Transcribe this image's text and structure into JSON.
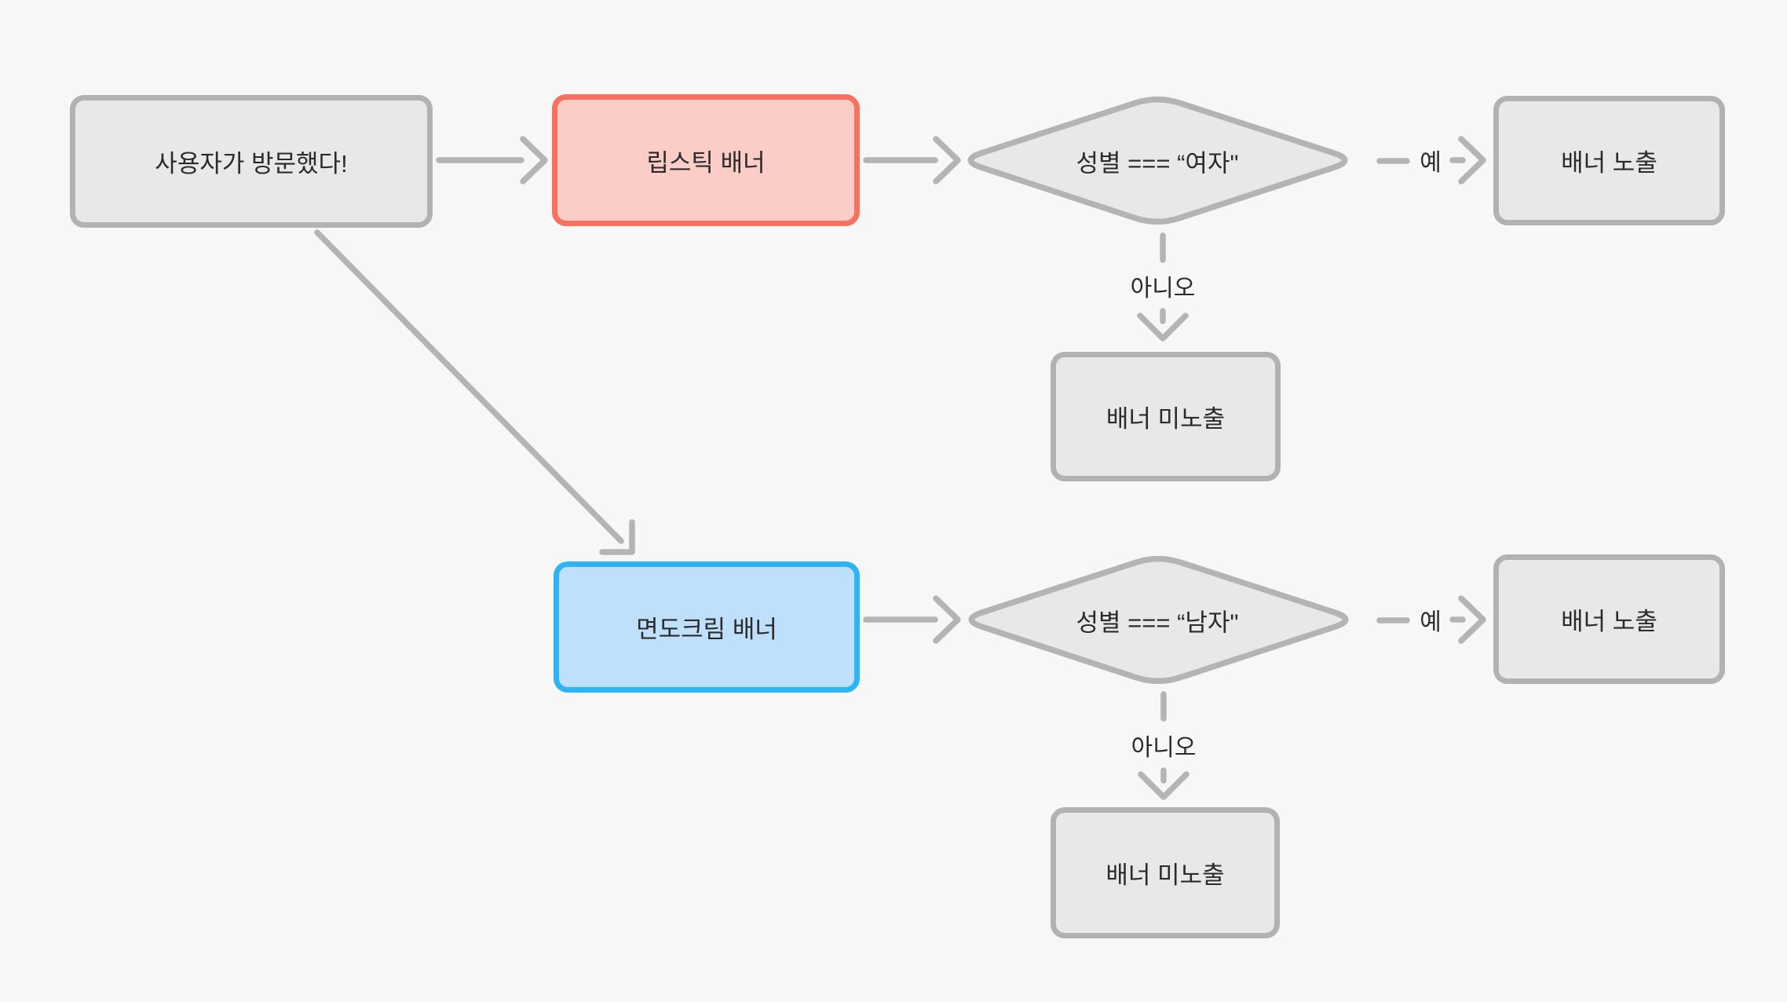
{
  "canvas": {
    "background": "#f7f7f7"
  },
  "colors": {
    "gray_node_fill": "#e8e8e8",
    "gray_node_border": "#b2b2b2",
    "connector": "#b4b4b4",
    "text": "#2b2b2b",
    "red_node_fill": "#fcccc6",
    "red_node_border": "#f8705e",
    "blue_node_fill": "#bfe0fa",
    "blue_node_border": "#2db4f6"
  },
  "nodes": {
    "start": {
      "label": "사용자가 방문했다!"
    },
    "lipstick_banner": {
      "label": "립스틱 배너"
    },
    "shaving_banner": {
      "label": "면도크림 배너"
    },
    "gender_female_check": {
      "label": "성별 === “여자\""
    },
    "gender_male_check": {
      "label": "성별 === “남자\""
    },
    "banner_shown_top": {
      "label": "배너 노출"
    },
    "banner_hidden_top": {
      "label": "배너 미노출"
    },
    "banner_shown_bottom": {
      "label": "배너 노출"
    },
    "banner_hidden_bottom": {
      "label": "배너 미노출"
    }
  },
  "edge_labels": {
    "yes_top": "예",
    "no_top": "아니오",
    "yes_bottom": "예",
    "no_bottom": "아니오"
  }
}
